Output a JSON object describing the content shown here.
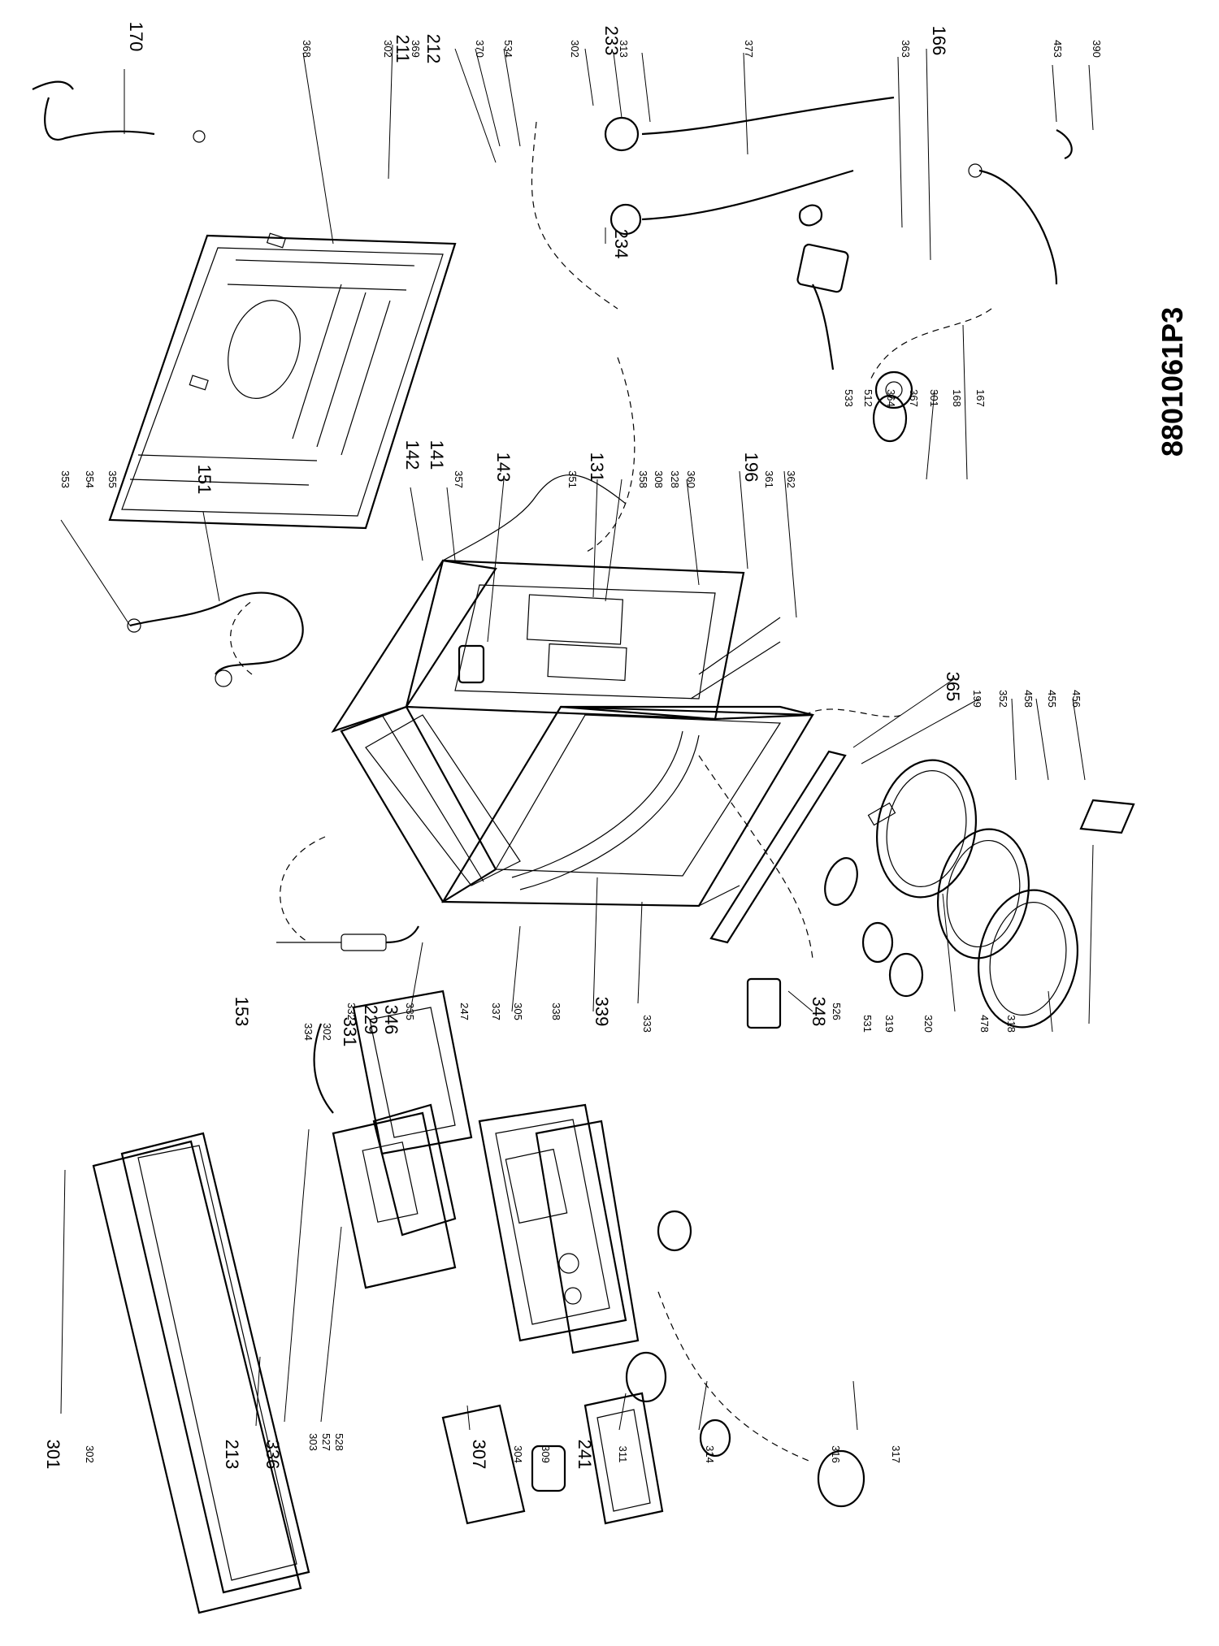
{
  "diagram": {
    "drawing_code": "8801061P3",
    "callouts": [
      {
        "label": "170",
        "size": "big",
        "rot": "v"
      },
      {
        "label": "368",
        "size": "small",
        "rot": "v"
      },
      {
        "label": "302",
        "size": "small",
        "rot": "v"
      },
      {
        "label": "211",
        "size": "big",
        "rot": "v"
      },
      {
        "label": "369",
        "size": "small",
        "rot": "v"
      },
      {
        "label": "212",
        "size": "big",
        "rot": "v"
      },
      {
        "label": "370",
        "size": "small",
        "rot": "v"
      },
      {
        "label": "534",
        "size": "small",
        "rot": "v"
      },
      {
        "label": "302",
        "size": "small",
        "rot": "v"
      },
      {
        "label": "233",
        "size": "big",
        "rot": "v"
      },
      {
        "label": "313",
        "size": "small",
        "rot": "v"
      },
      {
        "label": "377",
        "size": "small",
        "rot": "v"
      },
      {
        "label": "363",
        "size": "small",
        "rot": "v"
      },
      {
        "label": "166",
        "size": "big",
        "rot": "v"
      },
      {
        "label": "453",
        "size": "small",
        "rot": "v"
      },
      {
        "label": "390",
        "size": "small",
        "rot": "v"
      },
      {
        "label": "234",
        "size": "big",
        "rot": "v"
      },
      {
        "label": "353",
        "size": "small",
        "rot": "v"
      },
      {
        "label": "354",
        "size": "small",
        "rot": "v"
      },
      {
        "label": "355",
        "size": "small",
        "rot": "v"
      },
      {
        "label": "151",
        "size": "big",
        "rot": "v"
      },
      {
        "label": "142",
        "size": "big",
        "rot": "v"
      },
      {
        "label": "141",
        "size": "big",
        "rot": "v"
      },
      {
        "label": "357",
        "size": "small",
        "rot": "v"
      },
      {
        "label": "143",
        "size": "big",
        "rot": "v"
      },
      {
        "label": "351",
        "size": "small",
        "rot": "v"
      },
      {
        "label": "131",
        "size": "big",
        "rot": "v"
      },
      {
        "label": "358",
        "size": "small",
        "rot": "v"
      },
      {
        "label": "308",
        "size": "small",
        "rot": "v"
      },
      {
        "label": "328",
        "size": "small",
        "rot": "v"
      },
      {
        "label": "360",
        "size": "small",
        "rot": "v"
      },
      {
        "label": "196",
        "size": "big",
        "rot": "v"
      },
      {
        "label": "361",
        "size": "small",
        "rot": "v"
      },
      {
        "label": "362",
        "size": "small",
        "rot": "v"
      },
      {
        "label": "533",
        "size": "small",
        "rot": "v"
      },
      {
        "label": "512",
        "size": "small",
        "rot": "v"
      },
      {
        "label": "364",
        "size": "small",
        "rot": "v"
      },
      {
        "label": "367",
        "size": "small",
        "rot": "v"
      },
      {
        "label": "301",
        "size": "small",
        "rot": "v"
      },
      {
        "label": "168",
        "size": "small",
        "rot": "v"
      },
      {
        "label": "167",
        "size": "small",
        "rot": "v"
      },
      {
        "label": "365",
        "size": "big",
        "rot": "v"
      },
      {
        "label": "199",
        "size": "small",
        "rot": "v"
      },
      {
        "label": "352",
        "size": "small",
        "rot": "v"
      },
      {
        "label": "458",
        "size": "small",
        "rot": "v"
      },
      {
        "label": "455",
        "size": "small",
        "rot": "v"
      },
      {
        "label": "456",
        "size": "small",
        "rot": "v"
      },
      {
        "label": "301",
        "size": "big",
        "rot": "v"
      },
      {
        "label": "302",
        "size": "small",
        "rot": "v"
      },
      {
        "label": "213",
        "size": "big",
        "rot": "v"
      },
      {
        "label": "336",
        "size": "big",
        "rot": "v"
      },
      {
        "label": "303",
        "size": "small",
        "rot": "v"
      },
      {
        "label": "527",
        "size": "small",
        "rot": "v"
      },
      {
        "label": "528",
        "size": "small",
        "rot": "v"
      },
      {
        "label": "307",
        "size": "big",
        "rot": "v"
      },
      {
        "label": "304",
        "size": "small",
        "rot": "v"
      },
      {
        "label": "309",
        "size": "small",
        "rot": "v"
      },
      {
        "label": "241",
        "size": "big",
        "rot": "v"
      },
      {
        "label": "311",
        "size": "small",
        "rot": "v"
      },
      {
        "label": "314",
        "size": "small",
        "rot": "v"
      },
      {
        "label": "316",
        "size": "small",
        "rot": "v"
      },
      {
        "label": "317",
        "size": "small",
        "rot": "v"
      },
      {
        "label": "153",
        "size": "big",
        "rot": "v"
      },
      {
        "label": "332",
        "size": "small",
        "rot": "v"
      },
      {
        "label": "335",
        "size": "small",
        "rot": "v"
      },
      {
        "label": "247",
        "size": "small",
        "rot": "v"
      },
      {
        "label": "337",
        "size": "small",
        "rot": "v"
      },
      {
        "label": "305",
        "size": "small",
        "rot": "v"
      },
      {
        "label": "338",
        "size": "small",
        "rot": "v"
      },
      {
        "label": "339",
        "size": "big",
        "rot": "v"
      },
      {
        "label": "333",
        "size": "small",
        "rot": "v"
      },
      {
        "label": "334",
        "size": "small",
        "rot": "v"
      },
      {
        "label": "302",
        "size": "small",
        "rot": "v"
      },
      {
        "label": "331",
        "size": "big",
        "rot": "v"
      },
      {
        "label": "229",
        "size": "big",
        "rot": "v"
      },
      {
        "label": "346",
        "size": "big",
        "rot": "v"
      },
      {
        "label": "348",
        "size": "big",
        "rot": "v"
      },
      {
        "label": "526",
        "size": "small",
        "rot": "v"
      },
      {
        "label": "531",
        "size": "small",
        "rot": "v"
      },
      {
        "label": "319",
        "size": "small",
        "rot": "v"
      },
      {
        "label": "320",
        "size": "small",
        "rot": "v"
      },
      {
        "label": "478",
        "size": "small",
        "rot": "v"
      },
      {
        "label": "318",
        "size": "small",
        "rot": "v"
      }
    ]
  }
}
